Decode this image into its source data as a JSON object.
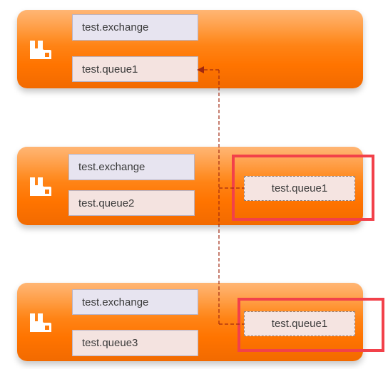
{
  "nodes": [
    {
      "exchange": "test.exchange",
      "queue": "test.queue1"
    },
    {
      "exchange": "test.exchange",
      "queue": "test.queue2",
      "mirror": "test.queue1"
    },
    {
      "exchange": "test.exchange",
      "queue": "test.queue3",
      "mirror": "test.queue1"
    }
  ],
  "icons": {
    "node_logo": "rabbitmq-icon"
  },
  "colors": {
    "node_fill": "#ff7a0a",
    "exchange_fill": "#e7e4f0",
    "queue_fill": "#f4e3e0",
    "highlight": "#f2414a",
    "link": "#a02810"
  }
}
